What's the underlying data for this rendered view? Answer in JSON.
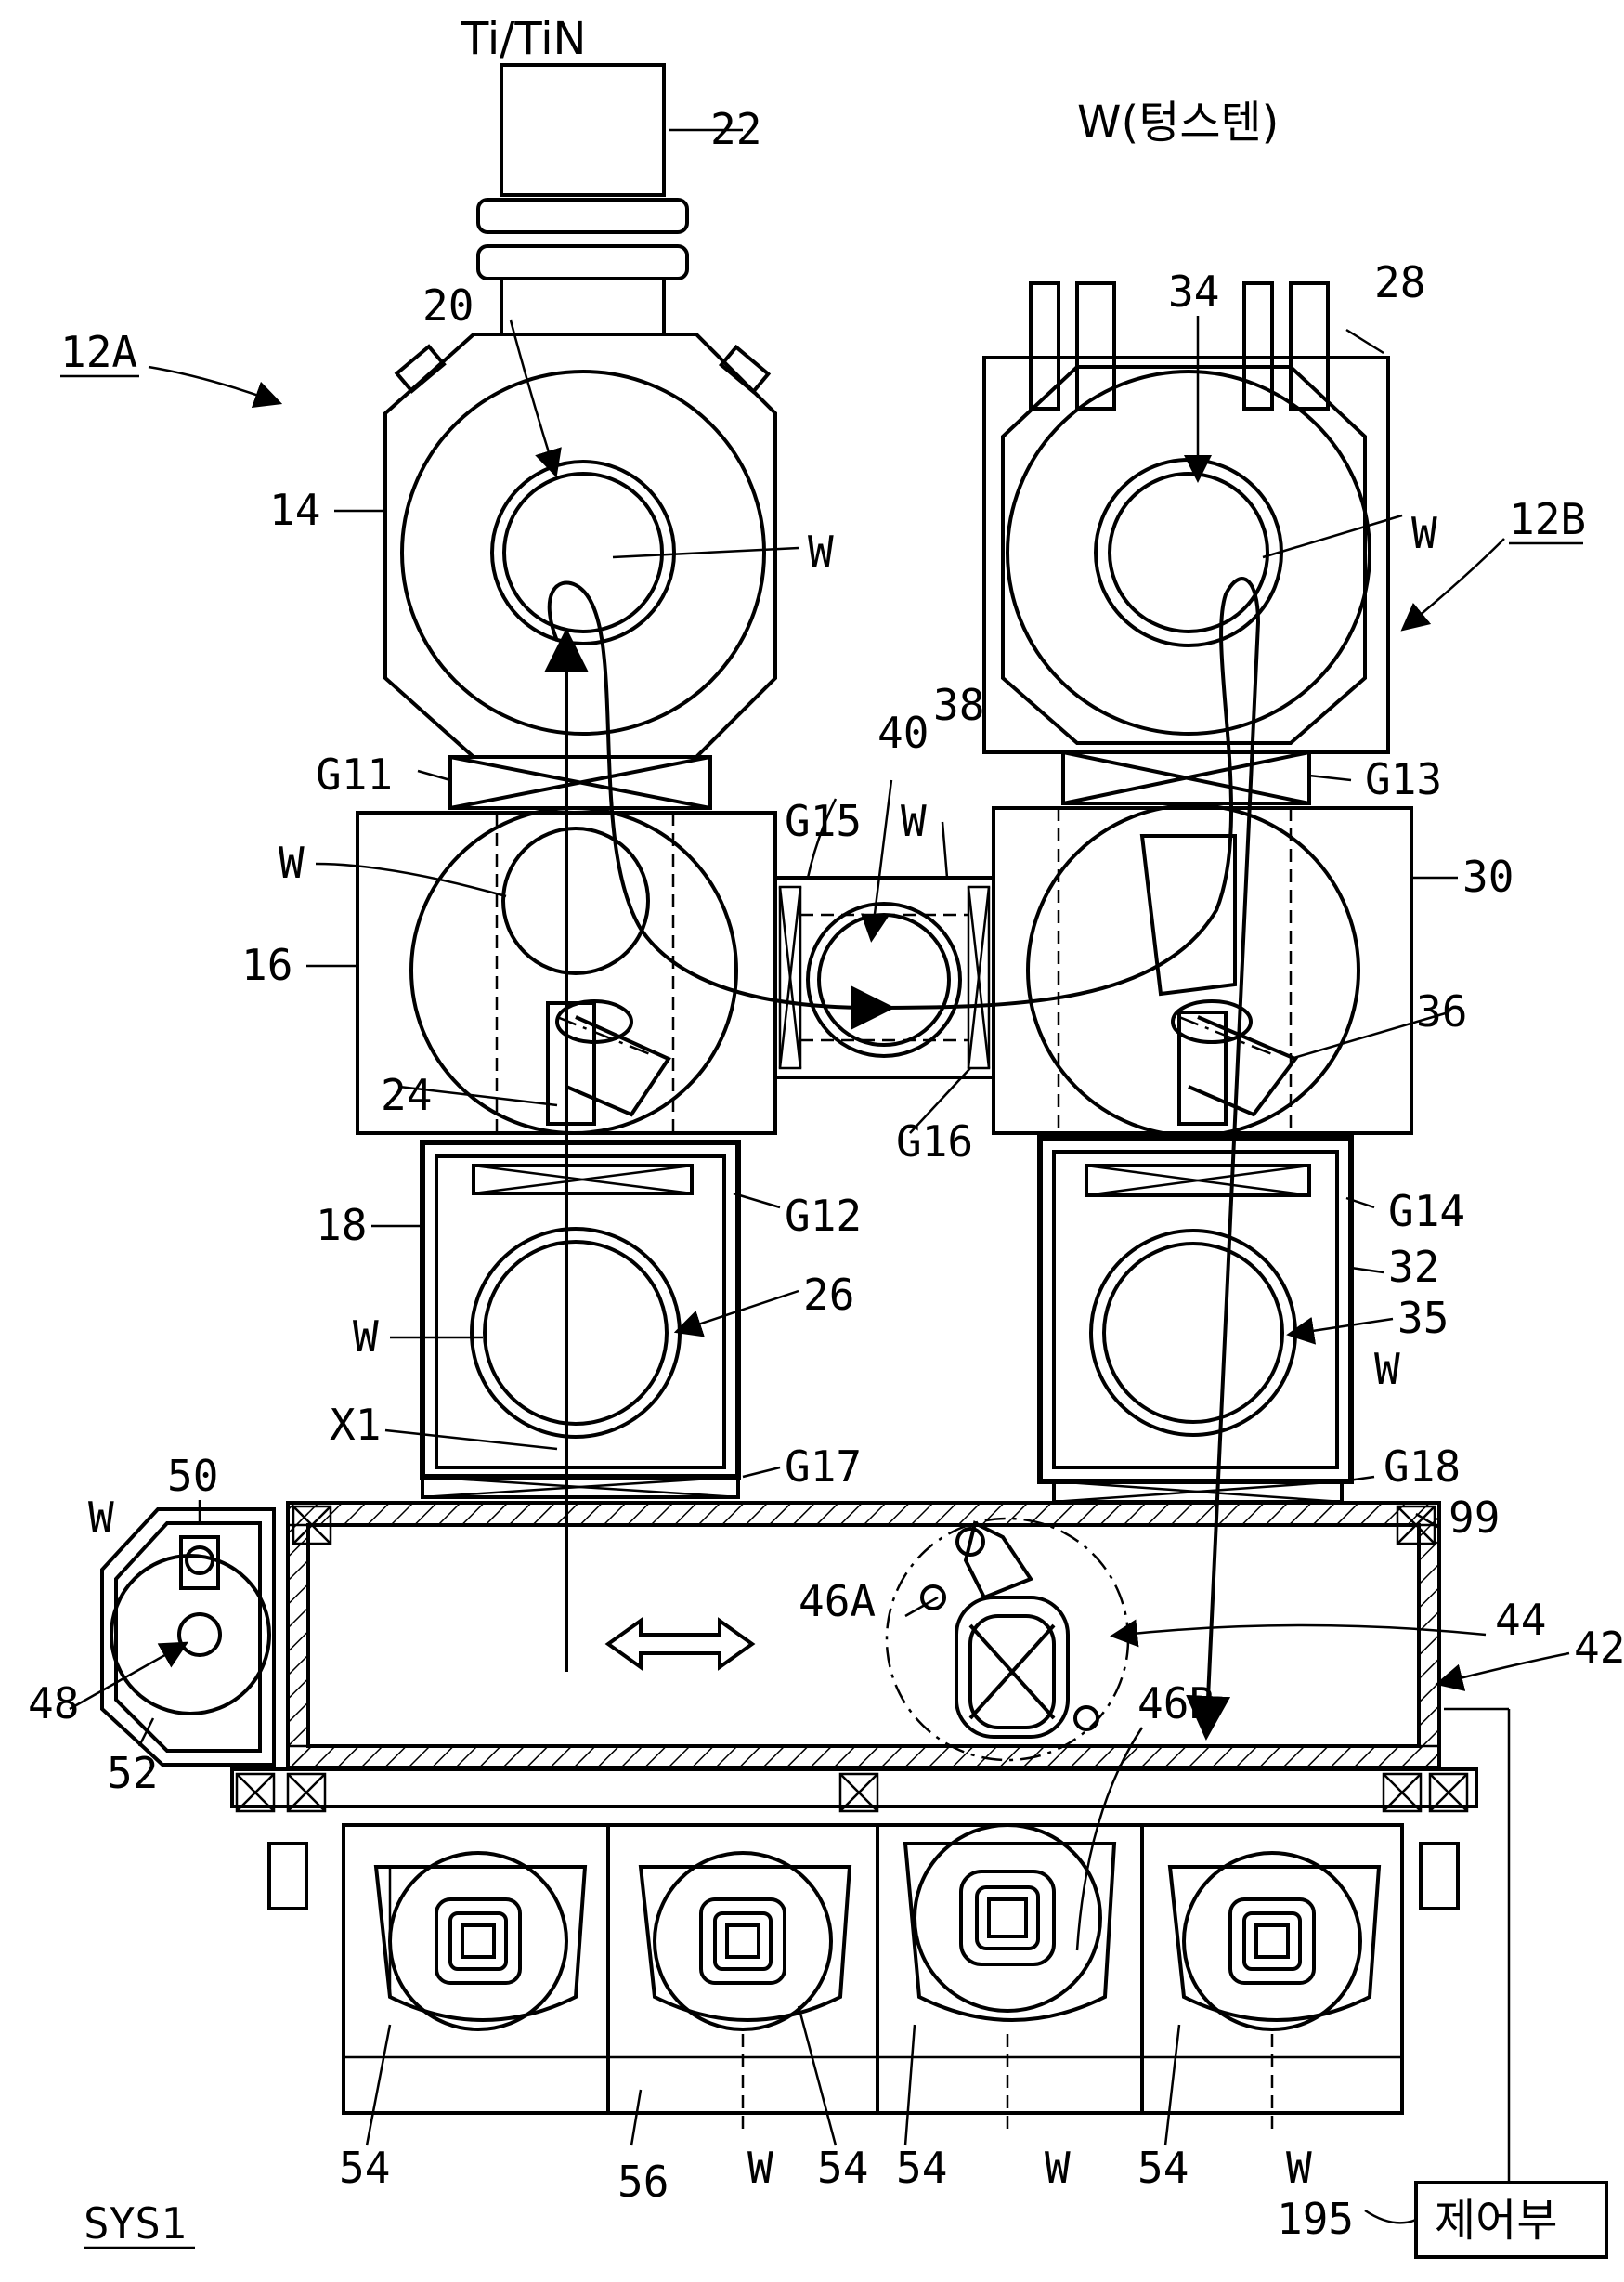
{
  "labels": {
    "titanium": "Ti/TiN",
    "tungsten": "W(텅스텐)",
    "sys_a": "12A",
    "sys_b": "12B",
    "system": "SYS1",
    "controller": "제어부",
    "w": "W",
    "n14": "14",
    "n16": "16",
    "n18": "18",
    "n20": "20",
    "n22": "22",
    "n24": "24",
    "n26": "26",
    "n28": "28",
    "n30": "30",
    "n32": "32",
    "n34": "34",
    "n35": "35",
    "n36": "36",
    "n38": "38",
    "n40": "40",
    "n42": "42",
    "n44": "44",
    "n46a": "46A",
    "n46b": "46B",
    "n48": "48",
    "n50": "50",
    "n52": "52",
    "n54": "54",
    "n56": "56",
    "n99": "99",
    "n195": "195",
    "x1": "X1",
    "g11": "G11",
    "g12": "G12",
    "g13": "G13",
    "g14": "G14",
    "g15": "G15",
    "g16": "G16",
    "g17": "G17",
    "g18": "G18"
  }
}
